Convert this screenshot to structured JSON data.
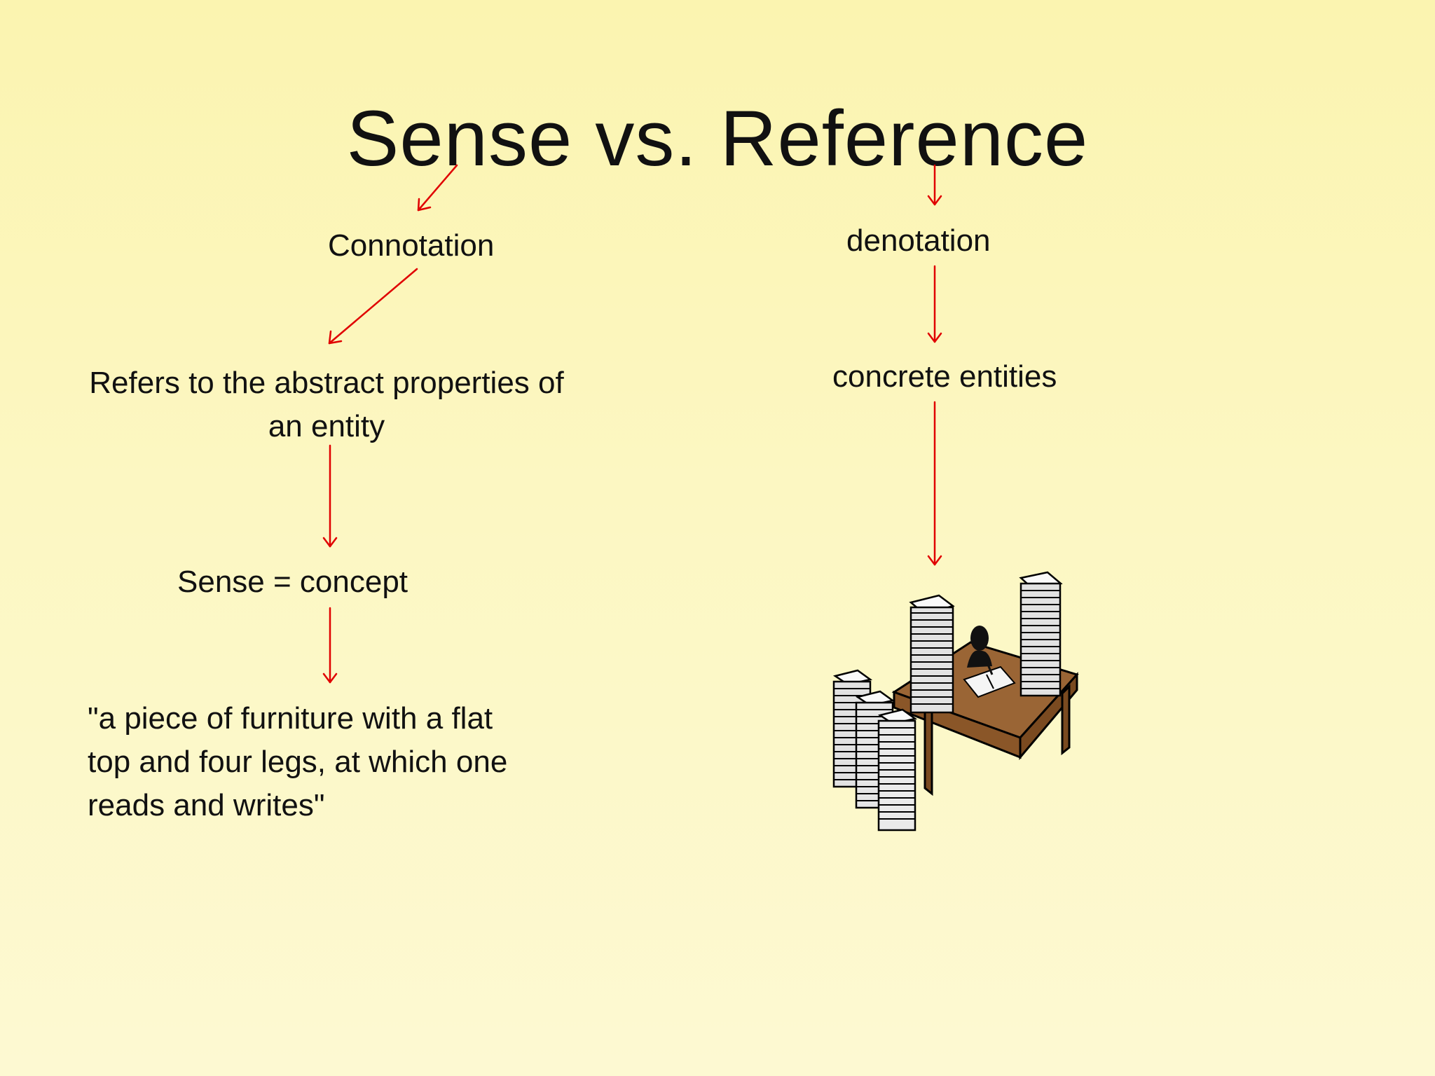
{
  "slide": {
    "title": "Sense vs. Reference",
    "left": {
      "connotation": "Connotation",
      "refers": "Refers to the abstract properties of an entity",
      "sense": "Sense = concept",
      "definition": "\"a piece of furniture with a flat\ntop and four legs, at which one\nreads and writes\""
    },
    "right": {
      "denotation": "denotation",
      "concrete": "concrete entities",
      "illustration_icon": "desk-with-paper-stacks-icon"
    }
  },
  "colors": {
    "background": "#fcf7c2",
    "text": "#111111",
    "arrow": "#e00000",
    "desk": "#9a6535"
  }
}
